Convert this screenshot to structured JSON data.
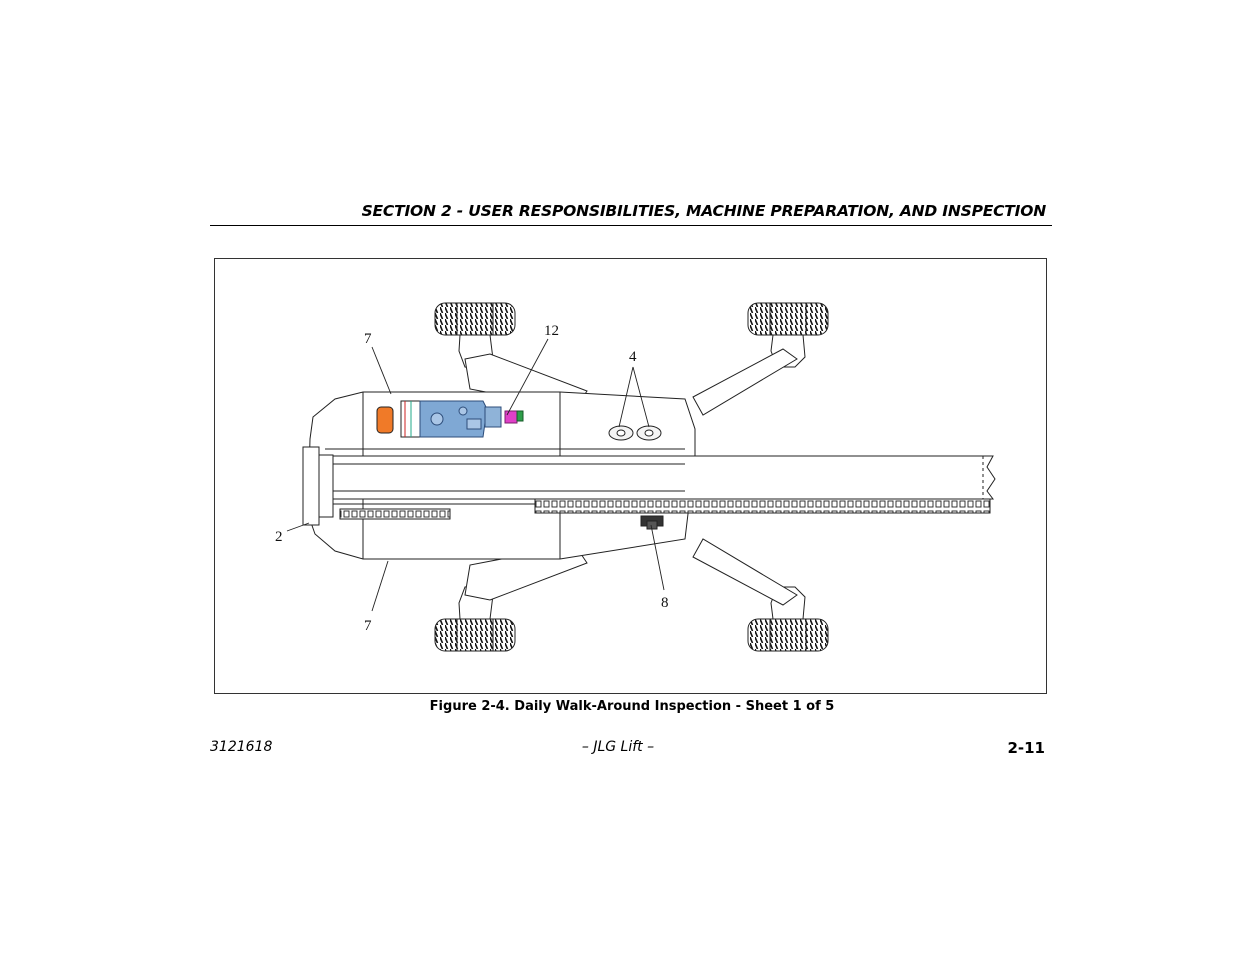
{
  "header": {
    "section_title": "SECTION 2 - USER RESPONSIBILITIES, MACHINE PREPARATION, AND INSPECTION"
  },
  "figure": {
    "callouts": {
      "c7_top": "7",
      "c12": "12",
      "c4": "4",
      "c2": "2",
      "c8": "8",
      "c7_bottom": "7"
    },
    "caption": "Figure 2-4. Daily Walk-Around Inspection - Sheet 1 of 5"
  },
  "footer": {
    "doc_number": "3121618",
    "center_text": "– JLG Lift –",
    "page_number": "2-11"
  },
  "colors": {
    "engine_blue": "#7fa8d4",
    "tank_orange": "#f07a28",
    "magenta": "#e040c8",
    "green": "#2e9e4a"
  }
}
